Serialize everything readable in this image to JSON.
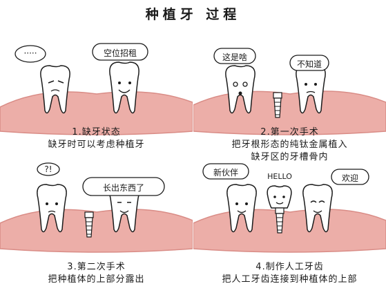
{
  "title": "种植牙 过程",
  "panels": [
    {
      "bubbles": [
        "·····",
        "空位招租"
      ],
      "step_title": "1.缺牙状态",
      "desc_lines": [
        "缺牙时可以考虑种植牙"
      ]
    },
    {
      "bubbles": [
        "这是啥",
        "不知道"
      ],
      "step_title": "2.第一次手术",
      "desc_lines": [
        "把牙根形态的纯钛金属植入",
        "缺牙区的牙槽骨内"
      ]
    },
    {
      "bubbles": [
        "?!",
        "长出东西了"
      ],
      "step_title": "3.第二次手术",
      "desc_lines": [
        "把种植体的上部分露出"
      ]
    },
    {
      "bubbles": [
        "新伙伴",
        "HELLO",
        "欢迎"
      ],
      "step_title": "4.制作人工牙齿",
      "desc_lines": [
        "把人工牙齿连接到种植体的上部"
      ]
    }
  ],
  "colors": {
    "gum": "#ecaea8",
    "gum_edge": "#d98c86",
    "ink": "#1a1a1a"
  }
}
